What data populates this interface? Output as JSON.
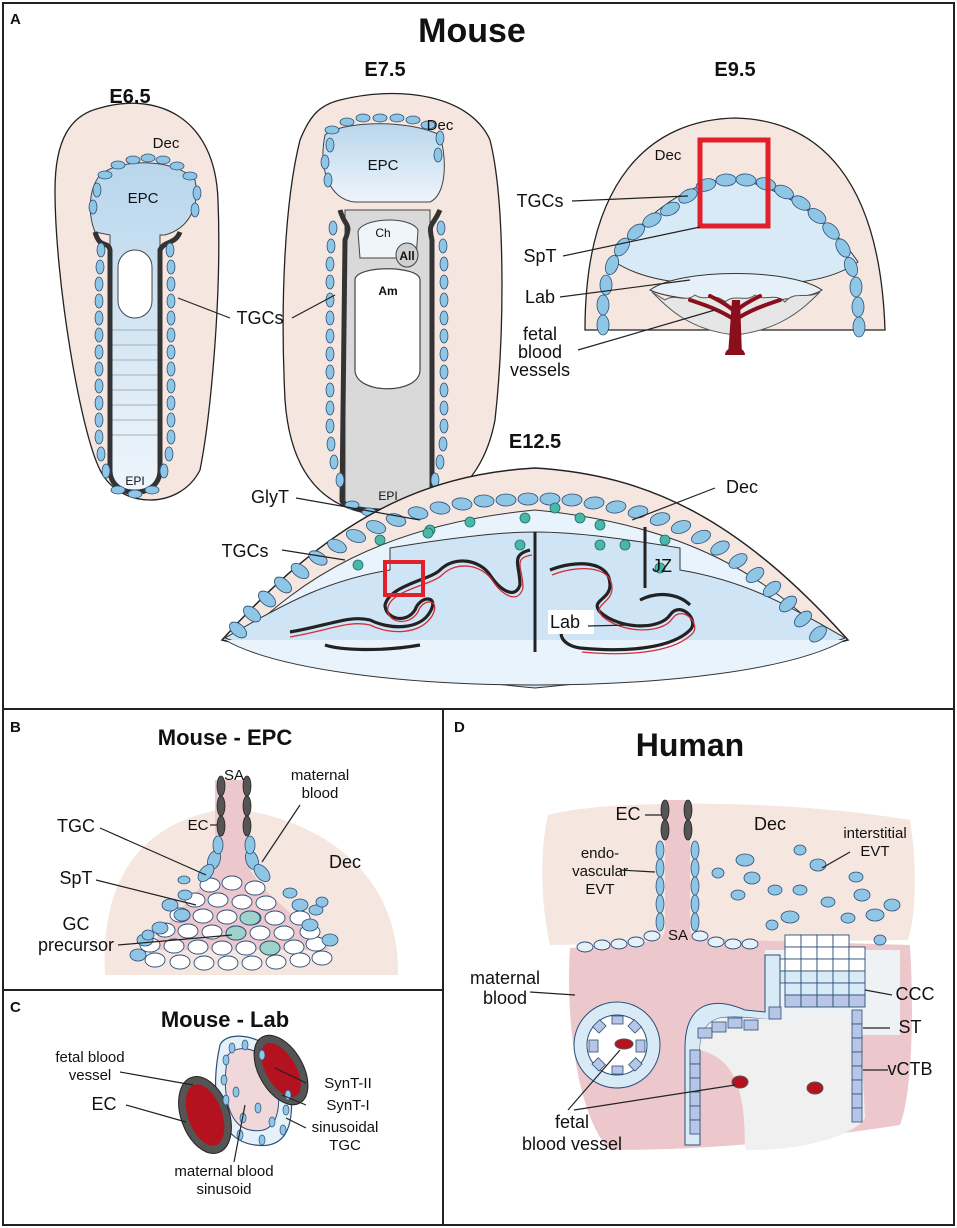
{
  "panels": {
    "a": {
      "letter": "A",
      "title": "Mouse",
      "stages": {
        "e65": "E6.5",
        "e75": "E7.5",
        "e95": "E9.5",
        "e125": "E12.5"
      },
      "e65": {
        "dec": "Dec",
        "epc": "EPC",
        "epi": "EPI"
      },
      "e75": {
        "dec": "Dec",
        "epc": "EPC",
        "ch": "Ch",
        "all": "All",
        "am": "Am",
        "epi": "EPI"
      },
      "shared_tgcs": "TGCs",
      "e95": {
        "dec": "Dec",
        "tgcs": "TGCs",
        "spt": "SpT",
        "lab": "Lab",
        "fetal_line1": "fetal",
        "fetal_line2": "blood",
        "fetal_line3": "vessels"
      },
      "e125": {
        "glyt": "GlyT",
        "tgcs": "TGCs",
        "dec": "Dec",
        "jz": "JZ",
        "lab": "Lab"
      }
    },
    "b": {
      "letter": "B",
      "title": "Mouse - EPC",
      "sa": "SA",
      "mat_line1": "maternal",
      "mat_line2": "blood",
      "ec": "EC",
      "dec": "Dec",
      "tgc": "TGC",
      "spt": "SpT",
      "gc_line1": "GC",
      "gc_line2": "precursor"
    },
    "c": {
      "letter": "C",
      "title": "Mouse - Lab",
      "fbv_line1": "fetal blood",
      "fbv_line2": "vessel",
      "ec": "EC",
      "synt2": "SynT-II",
      "synt1": "SynT-I",
      "sin_line1": "sinusoidal",
      "sin_line2": "TGC",
      "mbs_line1": "maternal blood",
      "mbs_line2": "sinusoid"
    },
    "d": {
      "letter": "D",
      "title": "Human",
      "ec": "EC",
      "dec": "Dec",
      "endo_line1": "endo-",
      "endo_line2": "vascular",
      "endo_line3": "EVT",
      "inter_line1": "interstitial",
      "inter_line2": "EVT",
      "sa": "SA",
      "mat_line1": "maternal",
      "mat_line2": "blood",
      "ccc": "CCC",
      "st": "ST",
      "vctb": "vCTB",
      "fbv_line1": "fetal",
      "fbv_line2": "blood vessel"
    }
  },
  "colors": {
    "decidua": "#f6e6e0",
    "epc_blue": "#a9cce6",
    "light_blue": "#d8eaf6",
    "cell_blue": "#8fc6e6",
    "nucleus": "#4d77b0",
    "teal": "#48b8aa",
    "red_box": "#e0202a",
    "dark_red": "#8a0f1c",
    "maternal_pink": "#e9c9cd",
    "gray_dark": "#3b3b3b"
  }
}
